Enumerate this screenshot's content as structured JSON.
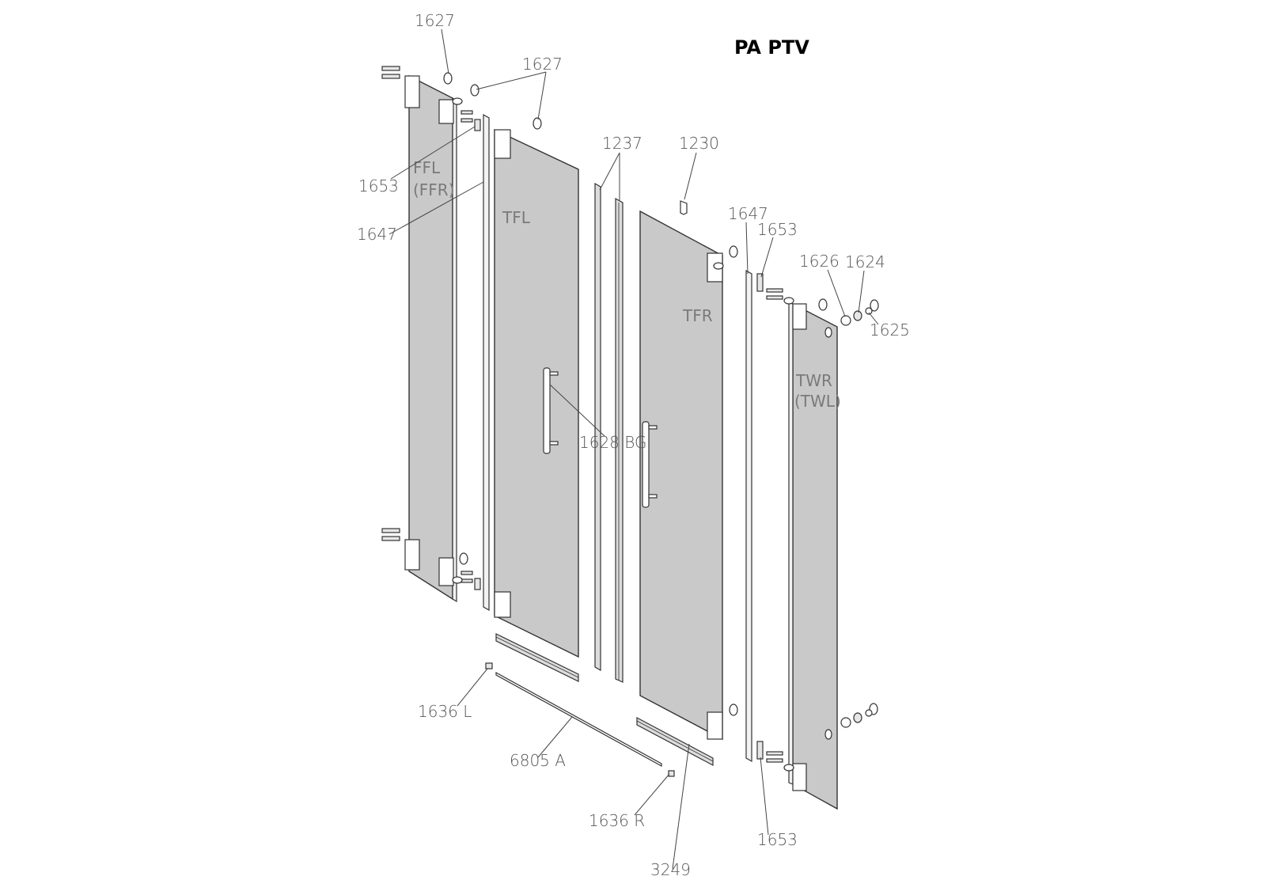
{
  "title": "PA PTV",
  "panels": {
    "ffl": [
      "FFL",
      "(FFR)"
    ],
    "tfl": "TFL",
    "tfr": "TFR",
    "twr": [
      "TWR",
      "(TWL)"
    ]
  },
  "callouts": {
    "c1627_top": "1627",
    "c1627_mid": "1627",
    "c1653_left": "1653",
    "c1647_left": "1647",
    "c1237": "1237",
    "c1230": "1230",
    "c1647_right": "1647",
    "c1653_right_top": "1653",
    "c1626": "1626",
    "c1624": "1624",
    "c1625": "1625",
    "c1628": "1628 BG",
    "c1636l": "1636 L",
    "c6805": "6805 A",
    "c1636r": "1636 R",
    "c3249": "3249",
    "c1653_right_bottom": "1653"
  }
}
